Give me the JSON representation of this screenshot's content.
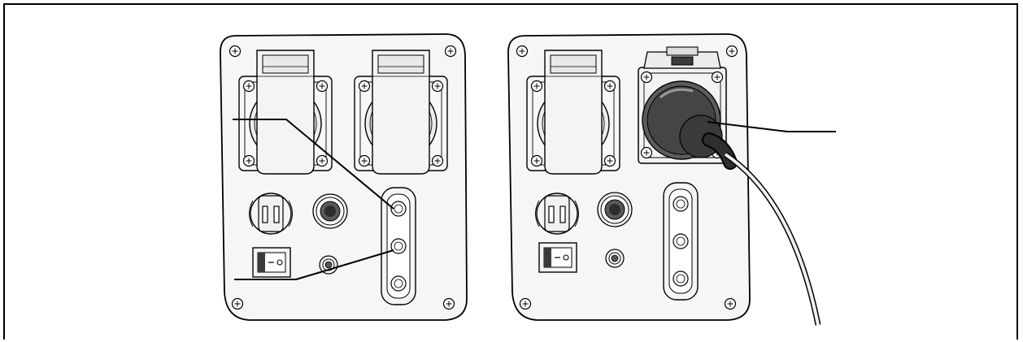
{
  "figure": {
    "description_text": "",
    "panels": [
      {
        "id": "left-panel",
        "components": [
          "socket-1",
          "socket-2",
          "us-outlet",
          "round-button",
          "rocker-switch",
          "small-button",
          "vertical-grommet-strip"
        ],
        "leader_lines": 2
      },
      {
        "id": "right-panel",
        "components": [
          "socket-1",
          "industrial-connector-with-plug",
          "us-outlet",
          "round-button",
          "rocker-switch",
          "small-button",
          "vertical-grommet-strip",
          "cable"
        ],
        "leader_lines": 1
      }
    ],
    "colors": {
      "line": "#000000",
      "panel_fill": "#f4f4f4",
      "socket_fill": "#e8e8e8",
      "dark_fill": "#4a4a4a",
      "background": "#ffffff"
    }
  }
}
